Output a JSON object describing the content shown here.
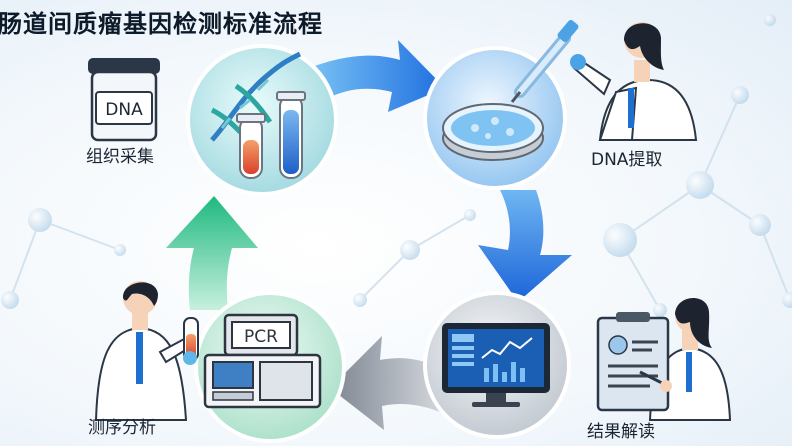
{
  "title": "肠道间质瘤基因检测标准流程",
  "steps": [
    {
      "label": "组织采集",
      "icon": "dna-sample-jar-icon"
    },
    {
      "label": "DNA提取",
      "icon": "petri-dish-icon"
    },
    {
      "label": "结果解读",
      "icon": "computer-monitor-icon"
    },
    {
      "label": "测序分析",
      "icon": "pcr-machine-icon"
    }
  ],
  "jar_label": "DNA",
  "pcr_label": "PCR",
  "colors": {
    "arrow_blue": "#2a7de8",
    "arrow_green": "#27c98e",
    "arrow_gray": "#8a929d",
    "circle_teal": "#bfe7ea",
    "circle_blue": "#b9dbf5",
    "circle_gray": "#d9dde2",
    "circle_green": "#c9ecdf"
  }
}
